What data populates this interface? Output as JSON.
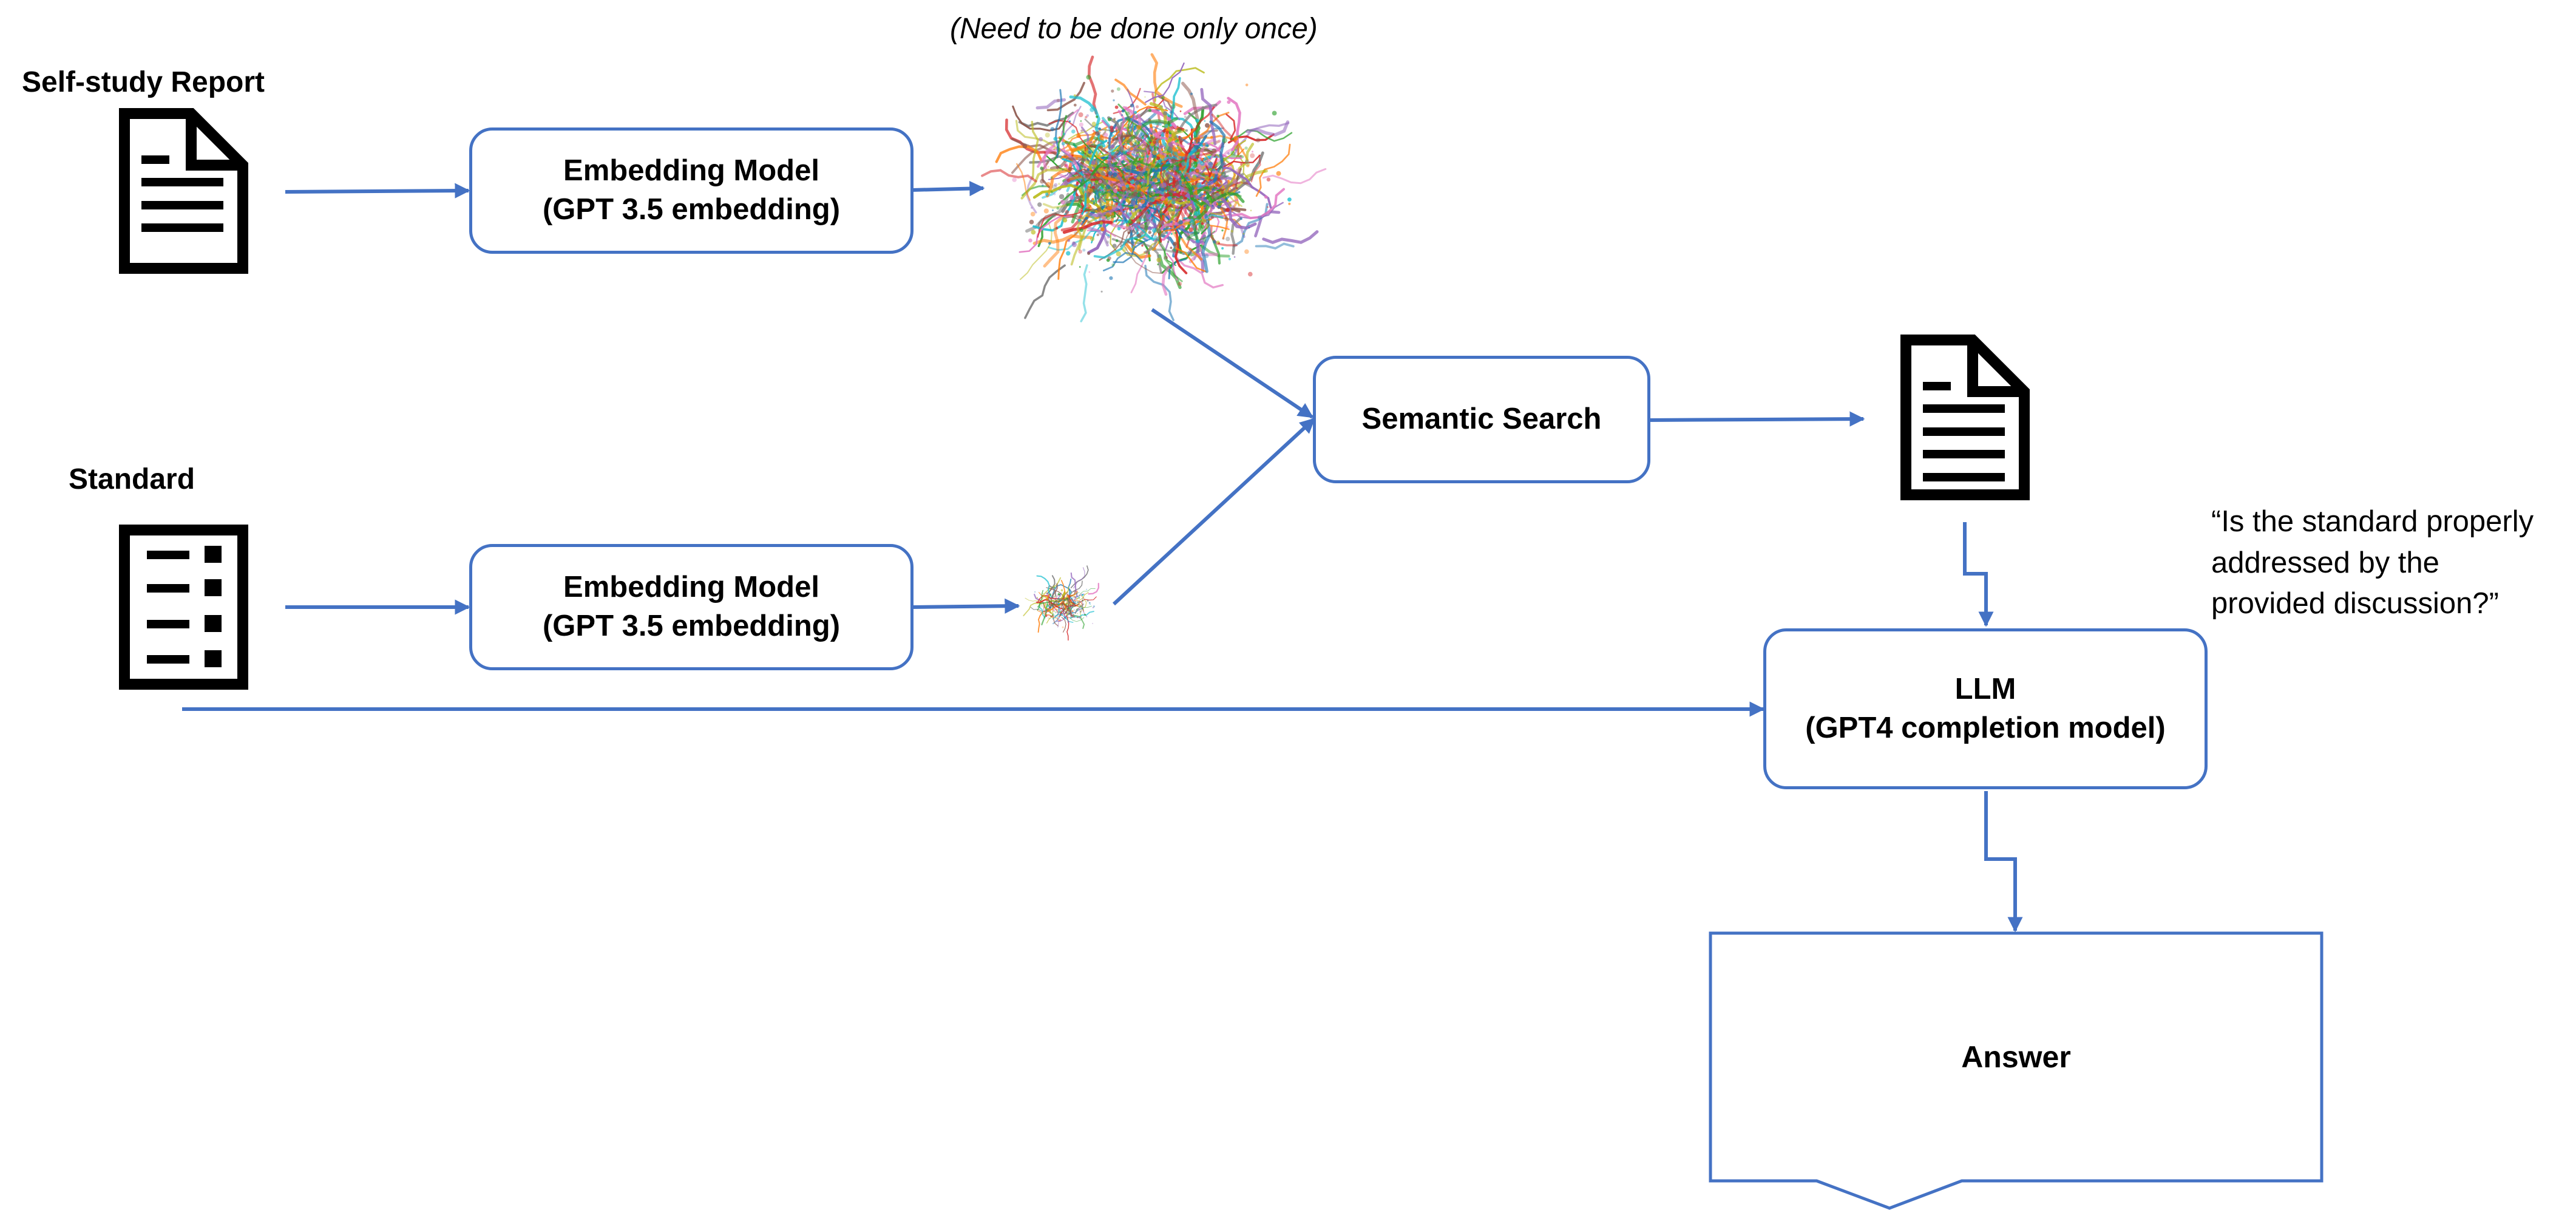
{
  "diagram": {
    "note": "(Need to be done only once)",
    "inputs": {
      "report_label": "Self-study Report",
      "standard_label": "Standard"
    },
    "embedding_top": {
      "line1": "Embedding Model",
      "line2": "(GPT 3.5 embedding)"
    },
    "embedding_bottom": {
      "line1": "Embedding Model",
      "line2": "(GPT 3.5 embedding)"
    },
    "semantic_search": {
      "label": "Semantic Search"
    },
    "llm": {
      "line1": "LLM",
      "line2": "(GPT4 completion model)"
    },
    "question": {
      "line1": "“Is the standard properly",
      "line2": "addressed by the",
      "line3": "provided discussion?”"
    },
    "answer": {
      "label": "Answer"
    },
    "colors": {
      "accent": "#4472C4",
      "icon": "#000000",
      "scatter": [
        "#2ca02c",
        "#9467bd",
        "#d62728",
        "#ff7f0e",
        "#1f77b4",
        "#8c564b",
        "#e377c2",
        "#bcbd22",
        "#17becf",
        "#7f7f7f"
      ]
    }
  }
}
